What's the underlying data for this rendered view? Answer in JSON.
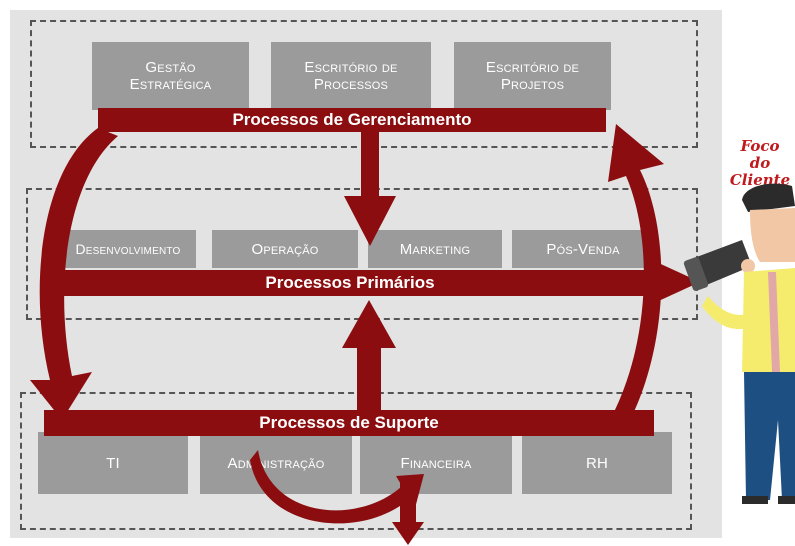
{
  "colors": {
    "panel_bg": "#e3e3e3",
    "box_gray": "#9b9b9b",
    "arrow_red": "#8b0d0f",
    "text_white": "#ffffff",
    "focus_red": "#c01a1d"
  },
  "management": {
    "boxes": [
      {
        "line1": "Gestão",
        "line2": "Estratégica"
      },
      {
        "line1": "Escritório de",
        "line2": "Processos"
      },
      {
        "line1": "Escritório de",
        "line2": "Projetos"
      }
    ],
    "bar_label": "Processos de Gerenciamento"
  },
  "primary": {
    "boxes": [
      "Desenvolvimento",
      "Operação",
      "Marketing",
      "Pós-Venda"
    ],
    "bar_label": "Processos Primários"
  },
  "support": {
    "boxes": [
      "TI",
      "Administração",
      "Financeira",
      "RH"
    ],
    "bar_label": "Processos de Suporte"
  },
  "customer": {
    "label_line1": "Foco do",
    "label_line2": "Cliente",
    "icon": "person-with-telescope-icon"
  }
}
